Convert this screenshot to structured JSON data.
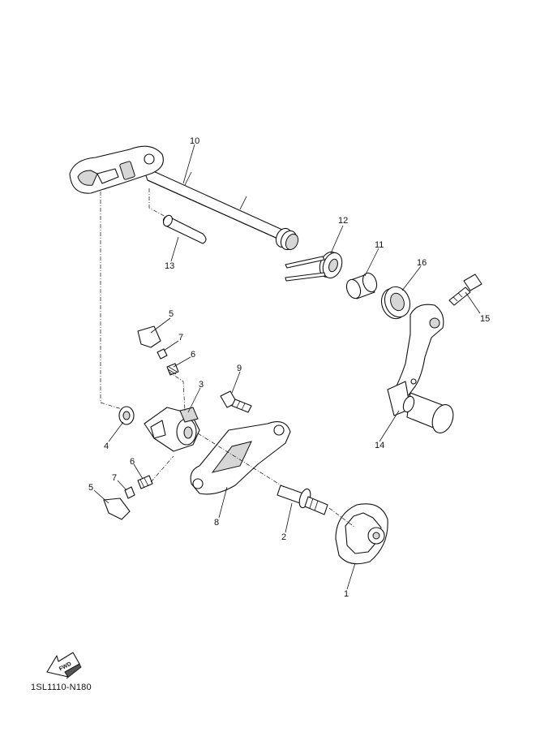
{
  "diagram": {
    "code": "1SL1110-N180",
    "fwd_label": "FWD",
    "callouts": [
      {
        "id": "10",
        "label": "10"
      },
      {
        "id": "13",
        "label": "13"
      },
      {
        "id": "12",
        "label": "12"
      },
      {
        "id": "11",
        "label": "11"
      },
      {
        "id": "16",
        "label": "16"
      },
      {
        "id": "15",
        "label": "15"
      },
      {
        "id": "5a",
        "label": "5"
      },
      {
        "id": "7a",
        "label": "7"
      },
      {
        "id": "6a",
        "label": "6"
      },
      {
        "id": "3",
        "label": "3"
      },
      {
        "id": "9",
        "label": "9"
      },
      {
        "id": "4",
        "label": "4"
      },
      {
        "id": "14",
        "label": "14"
      },
      {
        "id": "6b",
        "label": "6"
      },
      {
        "id": "7b",
        "label": "7"
      },
      {
        "id": "5b",
        "label": "5"
      },
      {
        "id": "8",
        "label": "8"
      },
      {
        "id": "2",
        "label": "2"
      },
      {
        "id": "1",
        "label": "1"
      }
    ]
  }
}
